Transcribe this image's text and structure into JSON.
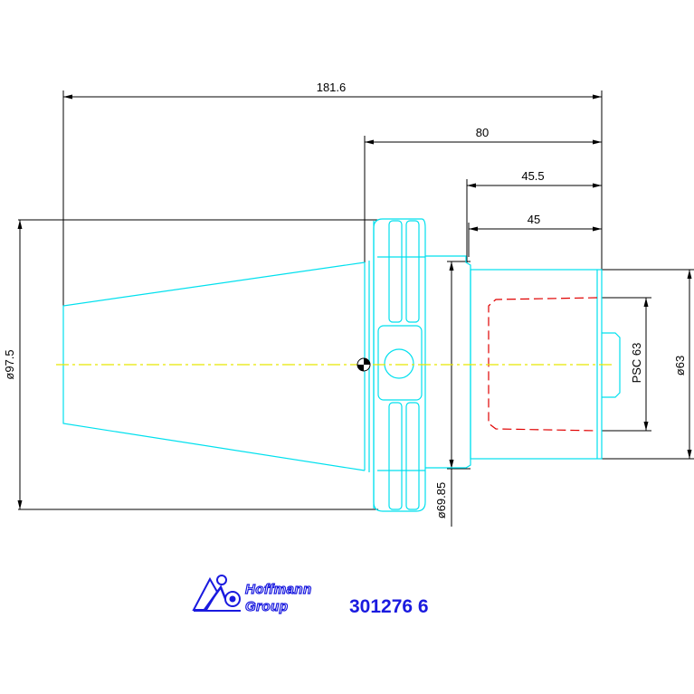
{
  "dimensions": {
    "total_length": "181.6",
    "length_80": "80",
    "length_45_5": "45.5",
    "length_45": "45",
    "dia_97_5": "ø97.5",
    "dia_69_85": "ø69.85",
    "psc": "PSC 63",
    "dia_63": "ø63"
  },
  "logo": {
    "line1": "Hoffmann",
    "line2": "Group"
  },
  "part_number": "301276 6",
  "colors": {
    "part_outline": "#00e0ee",
    "dimension": "#000000",
    "centerline": "#e8e800",
    "hidden": "#e00000",
    "brand": "#1a1adf"
  }
}
